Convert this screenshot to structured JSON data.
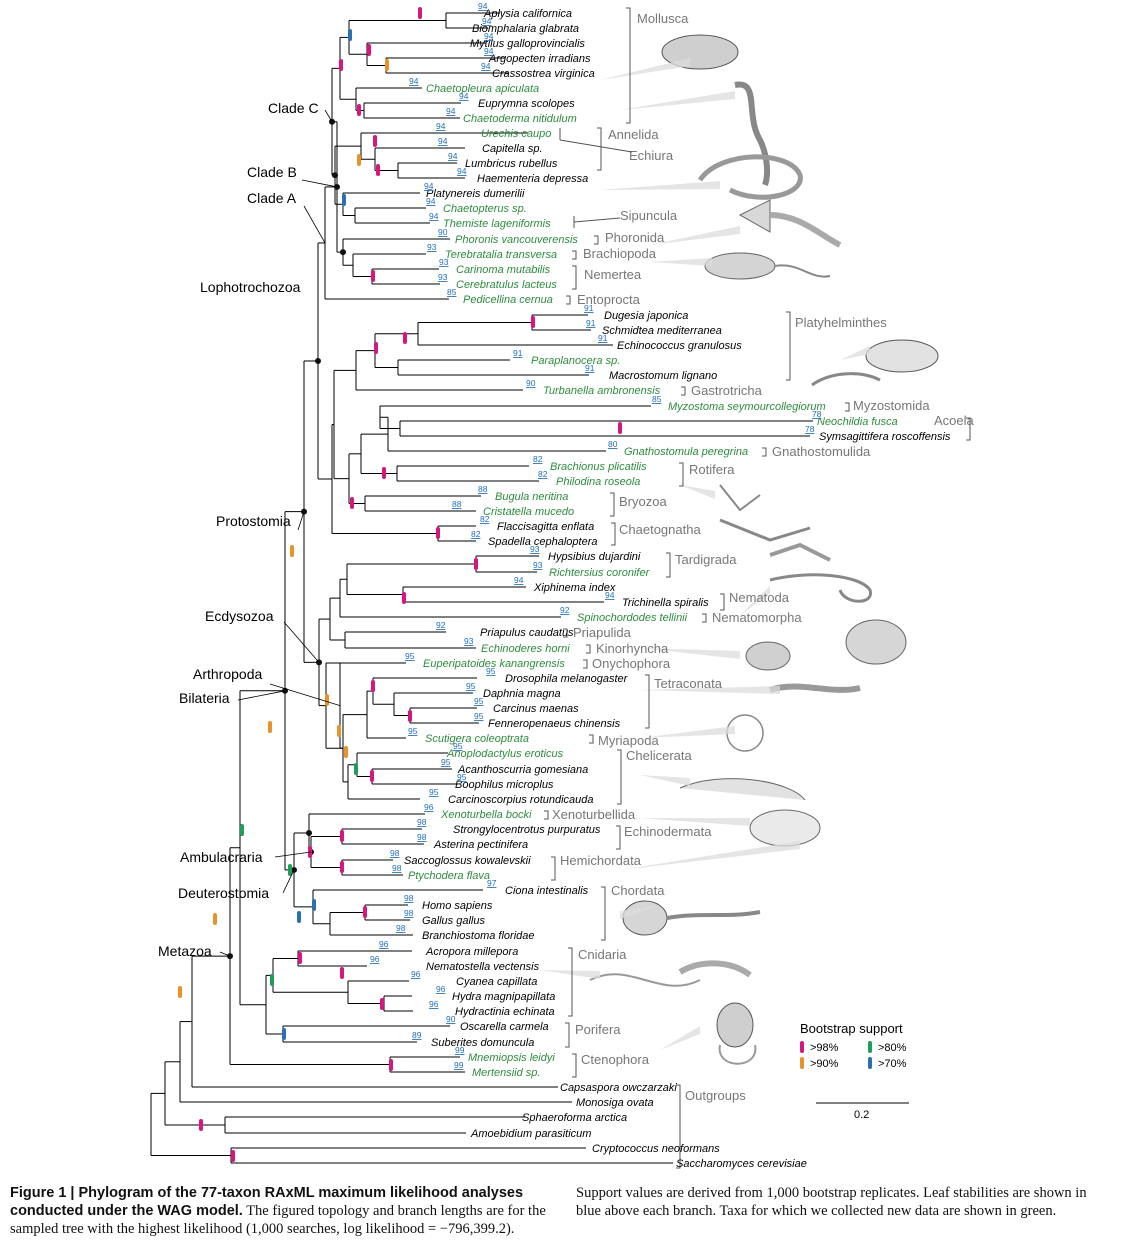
{
  "caption": {
    "bold": "Figure 1 | Phylogram of the 77-taxon RAxML maximum likelihood analyses conducted under the WAG model.",
    "text": "The figured topology and branch lengths are for the sampled tree with the highest likelihood (1,000 searches, log likelihood = −796,399.2). Support values are derived from 1,000 bootstrap replicates. Leaf stabilities are shown in blue above each branch. Taxa for which we collected new data are shown in green."
  },
  "colors": {
    "new_data": "#2e8b3f",
    "existing": "#000000",
    "stability": "#1f6fb8",
    "bs98": "#d6177d",
    "bs90": "#e8922a",
    "bs80": "#1e9e5a",
    "bs70": "#2c6fb3"
  },
  "taxa": [
    {
      "name": "Aplysia californica",
      "stability": "94",
      "new": false
    },
    {
      "name": "Biomphalaria glabrata",
      "stability": "94",
      "new": false
    },
    {
      "name": "Mytilus galloprovincialis",
      "stability": "94",
      "new": false
    },
    {
      "name": "Argopecten irradians",
      "stability": "94",
      "new": false
    },
    {
      "name": "Crassostrea virginica",
      "stability": "94",
      "new": false
    },
    {
      "name": "Chaetopleura apiculata",
      "stability": "94",
      "new": true
    },
    {
      "name": "Euprymna scolopes",
      "stability": "94",
      "new": false
    },
    {
      "name": "Chaetoderma nitidulum",
      "stability": "94",
      "new": true
    },
    {
      "name": "Urechis caupo",
      "stability": "94",
      "new": true
    },
    {
      "name": "Capitella sp.",
      "stability": "94",
      "new": false
    },
    {
      "name": "Lumbricus rubellus",
      "stability": "94",
      "new": false
    },
    {
      "name": "Haementeria depressa",
      "stability": "94",
      "new": false
    },
    {
      "name": "Platynereis dumerilii",
      "stability": "94",
      "new": false
    },
    {
      "name": "Chaetopterus sp.",
      "stability": "94",
      "new": true
    },
    {
      "name": "Themiste lageniformis",
      "stability": "94",
      "new": true
    },
    {
      "name": "Phoronis vancouverensis",
      "stability": "90",
      "new": true
    },
    {
      "name": "Terebratalia transversa",
      "stability": "93",
      "new": true
    },
    {
      "name": "Carinoma mutabilis",
      "stability": "93",
      "new": true
    },
    {
      "name": "Cerebratulus lacteus",
      "stability": "93",
      "new": true
    },
    {
      "name": "Pedicellina cernua",
      "stability": "85",
      "new": true
    },
    {
      "name": "Dugesia japonica",
      "stability": "91",
      "new": false
    },
    {
      "name": "Schmidtea mediterranea",
      "stability": "91",
      "new": false
    },
    {
      "name": "Echinococcus granulosus",
      "stability": "91",
      "new": false
    },
    {
      "name": "Paraplanocera sp.",
      "stability": "91",
      "new": true
    },
    {
      "name": "Macrostomum lignano",
      "stability": "91",
      "new": false
    },
    {
      "name": "Turbanella ambronensis",
      "stability": "90",
      "new": true
    },
    {
      "name": "Myzostoma seymourcollegiorum",
      "stability": "85",
      "new": true
    },
    {
      "name": "Neochildia fusca",
      "stability": "78",
      "new": true
    },
    {
      "name": "Symsagittifera roscoffensis",
      "stability": "78",
      "new": false
    },
    {
      "name": "Gnathostomula peregrina",
      "stability": "80",
      "new": true
    },
    {
      "name": "Brachionus plicatilis",
      "stability": "82",
      "new": true
    },
    {
      "name": "Philodina roseola",
      "stability": "82",
      "new": true
    },
    {
      "name": "Bugula neritina",
      "stability": "88",
      "new": true
    },
    {
      "name": "Cristatella mucedo",
      "stability": "88",
      "new": true
    },
    {
      "name": "Flaccisagitta enflata",
      "stability": "82",
      "new": false
    },
    {
      "name": "Spadella cephaloptera",
      "stability": "82",
      "new": false
    },
    {
      "name": "Hypsibius dujardini",
      "stability": "93",
      "new": false
    },
    {
      "name": "Richtersius coronifer",
      "stability": "93",
      "new": true
    },
    {
      "name": "Xiphinema index",
      "stability": "94",
      "new": false
    },
    {
      "name": "Trichinella spiralis",
      "stability": "94",
      "new": false
    },
    {
      "name": "Spinochordodes tellinii",
      "stability": "92",
      "new": true
    },
    {
      "name": "Priapulus caudatus",
      "stability": "92",
      "new": false
    },
    {
      "name": "Echinoderes horni",
      "stability": "93",
      "new": true
    },
    {
      "name": "Euperipatoides kanangrensis",
      "stability": "95",
      "new": true
    },
    {
      "name": "Drosophila melanogaster",
      "stability": "95",
      "new": false
    },
    {
      "name": "Daphnia magna",
      "stability": "95",
      "new": false
    },
    {
      "name": "Carcinus maenas",
      "stability": "95",
      "new": false
    },
    {
      "name": "Fenneropenaeus chinensis",
      "stability": "95",
      "new": false
    },
    {
      "name": "Scutigera coleoptrata",
      "stability": "95",
      "new": true
    },
    {
      "name": "Anoplodactylus eroticus",
      "stability": "95",
      "new": true
    },
    {
      "name": "Acanthoscurria gomesiana",
      "stability": "95",
      "new": false
    },
    {
      "name": "Boophilus microplus",
      "stability": "95",
      "new": false
    },
    {
      "name": "Carcinoscorpius rotundicauda",
      "stability": "95",
      "new": false
    },
    {
      "name": "Xenoturbella bocki",
      "stability": "96",
      "new": true
    },
    {
      "name": "Strongylocentrotus purpuratus",
      "stability": "98",
      "new": false
    },
    {
      "name": "Asterina pectinifera",
      "stability": "98",
      "new": false
    },
    {
      "name": "Saccoglossus kowalevskii",
      "stability": "98",
      "new": false
    },
    {
      "name": "Ptychodera flava",
      "stability": "98",
      "new": true
    },
    {
      "name": "Ciona intestinalis",
      "stability": "97",
      "new": false
    },
    {
      "name": "Homo sapiens",
      "stability": "98",
      "new": false
    },
    {
      "name": "Gallus gallus",
      "stability": "98",
      "new": false
    },
    {
      "name": "Branchiostoma floridae",
      "stability": "98",
      "new": false
    },
    {
      "name": "Acropora millepora",
      "stability": "96",
      "new": false
    },
    {
      "name": "Nematostella vectensis",
      "stability": "96",
      "new": false
    },
    {
      "name": "Cyanea capillata",
      "stability": "96",
      "new": false
    },
    {
      "name": "Hydra magnipapillata",
      "stability": "96",
      "new": false
    },
    {
      "name": "Hydractinia echinata",
      "stability": "96",
      "new": false
    },
    {
      "name": "Oscarella carmela",
      "stability": "90",
      "new": false
    },
    {
      "name": "Suberites domuncula",
      "stability": "89",
      "new": false
    },
    {
      "name": "Mnemiopsis leidyi",
      "stability": "99",
      "new": true
    },
    {
      "name": "Mertensiid sp.",
      "stability": "99",
      "new": true
    },
    {
      "name": "Capsaspora owczarzaki",
      "stability": "",
      "new": false
    },
    {
      "name": "Monosiga ovata",
      "stability": "",
      "new": false
    },
    {
      "name": "Sphaeroforma arctica",
      "stability": "",
      "new": false
    },
    {
      "name": "Amoebidium parasiticum",
      "stability": "",
      "new": false
    },
    {
      "name": "Cryptococcus neoformans",
      "stability": "",
      "new": false
    },
    {
      "name": "Saccharomyces cerevisiae",
      "stability": "",
      "new": false
    }
  ],
  "groups": [
    "Mollusca",
    "Annelida",
    "Echiura",
    "Sipuncula",
    "Phoronida",
    "Brachiopoda",
    "Nemertea",
    "Entoprocta",
    "Platyhelminthes",
    "Gastrotricha",
    "Myzostomida",
    "Acoela",
    "Gnathostomulida",
    "Rotifera",
    "Bryozoa",
    "Chaetognatha",
    "Tardigrada",
    "Nematoda",
    "Nematomorpha",
    "Priapulida",
    "Kinorhyncha",
    "Onychophora",
    "Tetraconata",
    "Myriapoda",
    "Chelicerata",
    "Xenoturbellida",
    "Echinodermata",
    "Hemichordata",
    "Chordata",
    "Cnidaria",
    "Porifera",
    "Ctenophora",
    "Outgroups"
  ],
  "clades": [
    "Clade C",
    "Clade B",
    "Clade A",
    "Lophotrochozoa",
    "Protostomia",
    "Ecdysozoa",
    "Arthropoda",
    "Bilateria",
    "Ambulacraria",
    "Deuterostomia",
    "Metazoa"
  ],
  "legend": {
    "title": "Bootstrap support",
    "items": [
      ">98%",
      ">80%",
      ">90%",
      ">70%"
    ]
  },
  "scale_bar": {
    "label": "0.2"
  }
}
